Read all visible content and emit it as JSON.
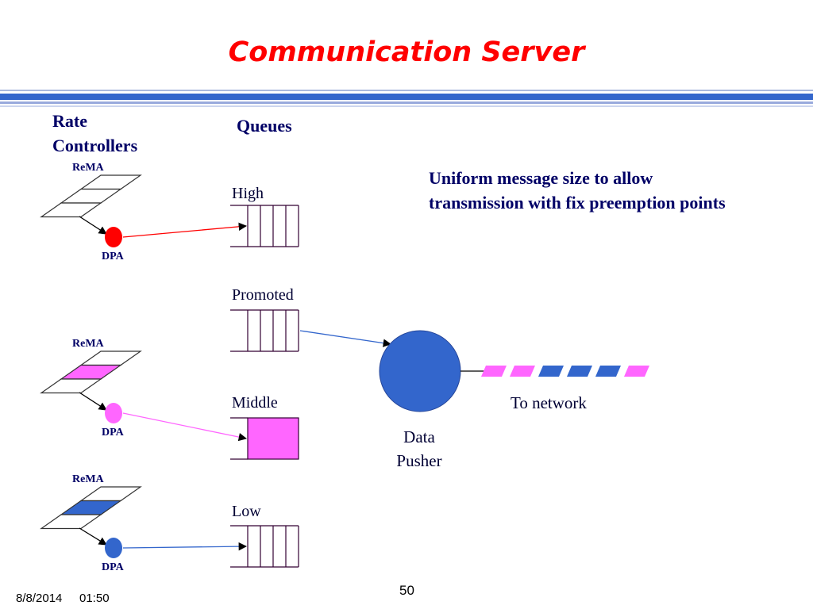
{
  "slide": {
    "title": "Communication Server",
    "rate_controllers_label": [
      "Rate",
      "Controllers"
    ],
    "queues_label": "Queues",
    "note": [
      "Uniform message size to allow",
      "transmission with fix preemption points"
    ],
    "page_number": "50",
    "date": "8/8/2014",
    "time": "01:50"
  },
  "controllers": [
    {
      "rema_label": "ReMA",
      "dpa_label": "DPA",
      "highlight_slot": null,
      "color": "#ff0000"
    },
    {
      "rema_label": "ReMA",
      "dpa_label": "DPA",
      "highlight_slot": 1,
      "color": "#ff66ff"
    },
    {
      "rema_label": "ReMA",
      "dpa_label": "DPA",
      "highlight_slot": 1,
      "color": "#3366cc"
    }
  ],
  "queues": [
    {
      "label": "High",
      "fill": null
    },
    {
      "label": "Promoted",
      "fill": null
    },
    {
      "label": "Middle",
      "fill": "#ff66ff"
    },
    {
      "label": "Low",
      "fill": null
    }
  ],
  "data_pusher": {
    "label": [
      "Data",
      "Pusher"
    ],
    "color": "#3366cc"
  },
  "network": {
    "label": "To network",
    "packets": [
      "#ff66ff",
      "#ff66ff",
      "#3366cc",
      "#3366cc",
      "#3366cc",
      "#ff66ff"
    ]
  },
  "colors": {
    "title": "#ff0000",
    "text_navy": "#000066",
    "header_bar": "#3366cc",
    "queue_stroke": "#330033"
  }
}
